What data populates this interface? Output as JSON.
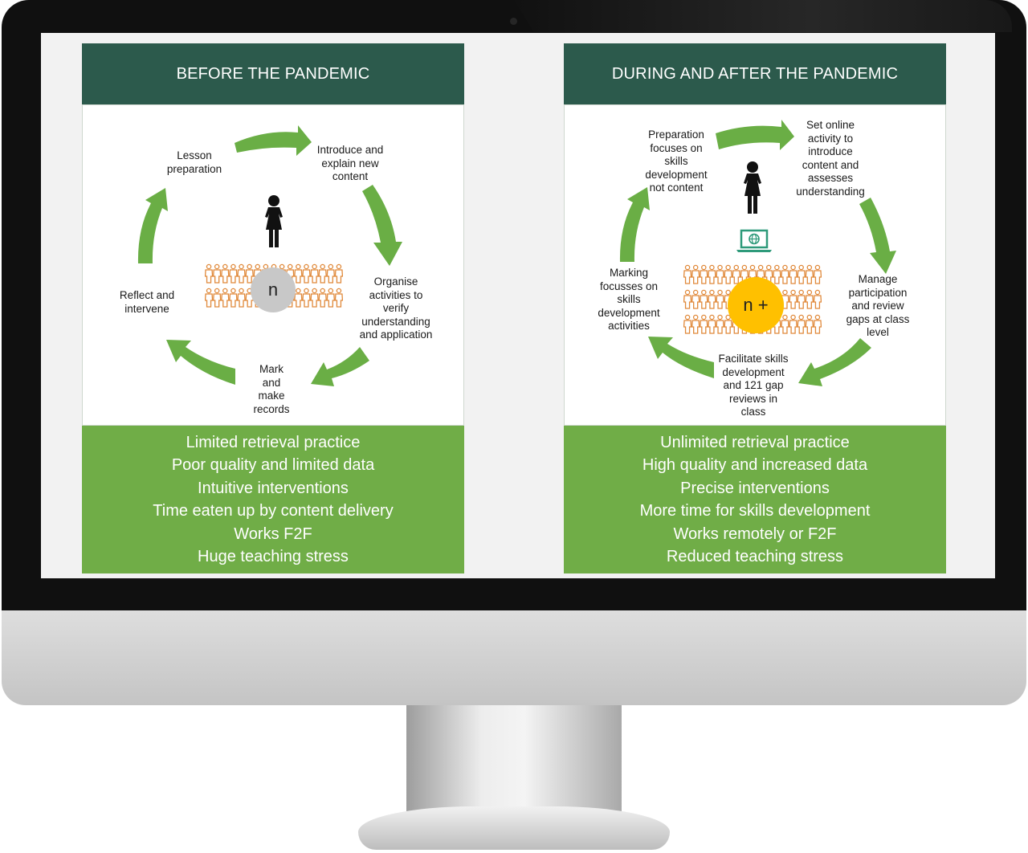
{
  "before": {
    "title": "BEFORE THE PANDEMIC",
    "cycle": {
      "step1": "Lesson\npreparation",
      "step2": "Introduce and\nexplain new\ncontent",
      "step3": "Organise\nactivities to\nverify\nunderstanding\nand application",
      "step4": "Mark\nand\nmake\nrecords",
      "step5": "Reflect and\nintervene",
      "badge": "n"
    },
    "benefits": [
      "Limited retrieval practice",
      "Poor quality and limited data",
      "Intuitive interventions",
      "Time eaten up by content delivery",
      "Works F2F",
      "Huge teaching stress"
    ]
  },
  "after": {
    "title": "DURING AND AFTER THE PANDEMIC",
    "cycle": {
      "step1": "Preparation\nfocuses on\nskills\ndevelopment\nnot content",
      "step2": "Set online\nactivity to\nintroduce\ncontent and\nassesses\nunderstanding",
      "step3": "Manage\nparticipation\nand review\ngaps at class\nlevel",
      "step4": "Facilitate skills\ndevelopment\nand 121 gap\nreviews in\nclass",
      "step5": "Marking\nfocusses on\nskills\ndevelopment\nactivities",
      "badge": "n +"
    },
    "benefits": [
      "Unlimited retrieval practice",
      "High quality and increased data",
      "Precise interventions",
      "More time for skills development",
      "Works remotely or F2F",
      "Reduced teaching stress"
    ]
  },
  "colors": {
    "header": "#2c5a4c",
    "accent_green": "#70ad47",
    "arrow_green": "#6aae45",
    "student_orange": "#e0893a",
    "badge_grey": "#c8c8c8",
    "badge_gold": "#ffc000"
  },
  "icons": [
    "teacher-icon",
    "student-icon",
    "laptop-globe-icon",
    "cycle-arrow-icon"
  ]
}
